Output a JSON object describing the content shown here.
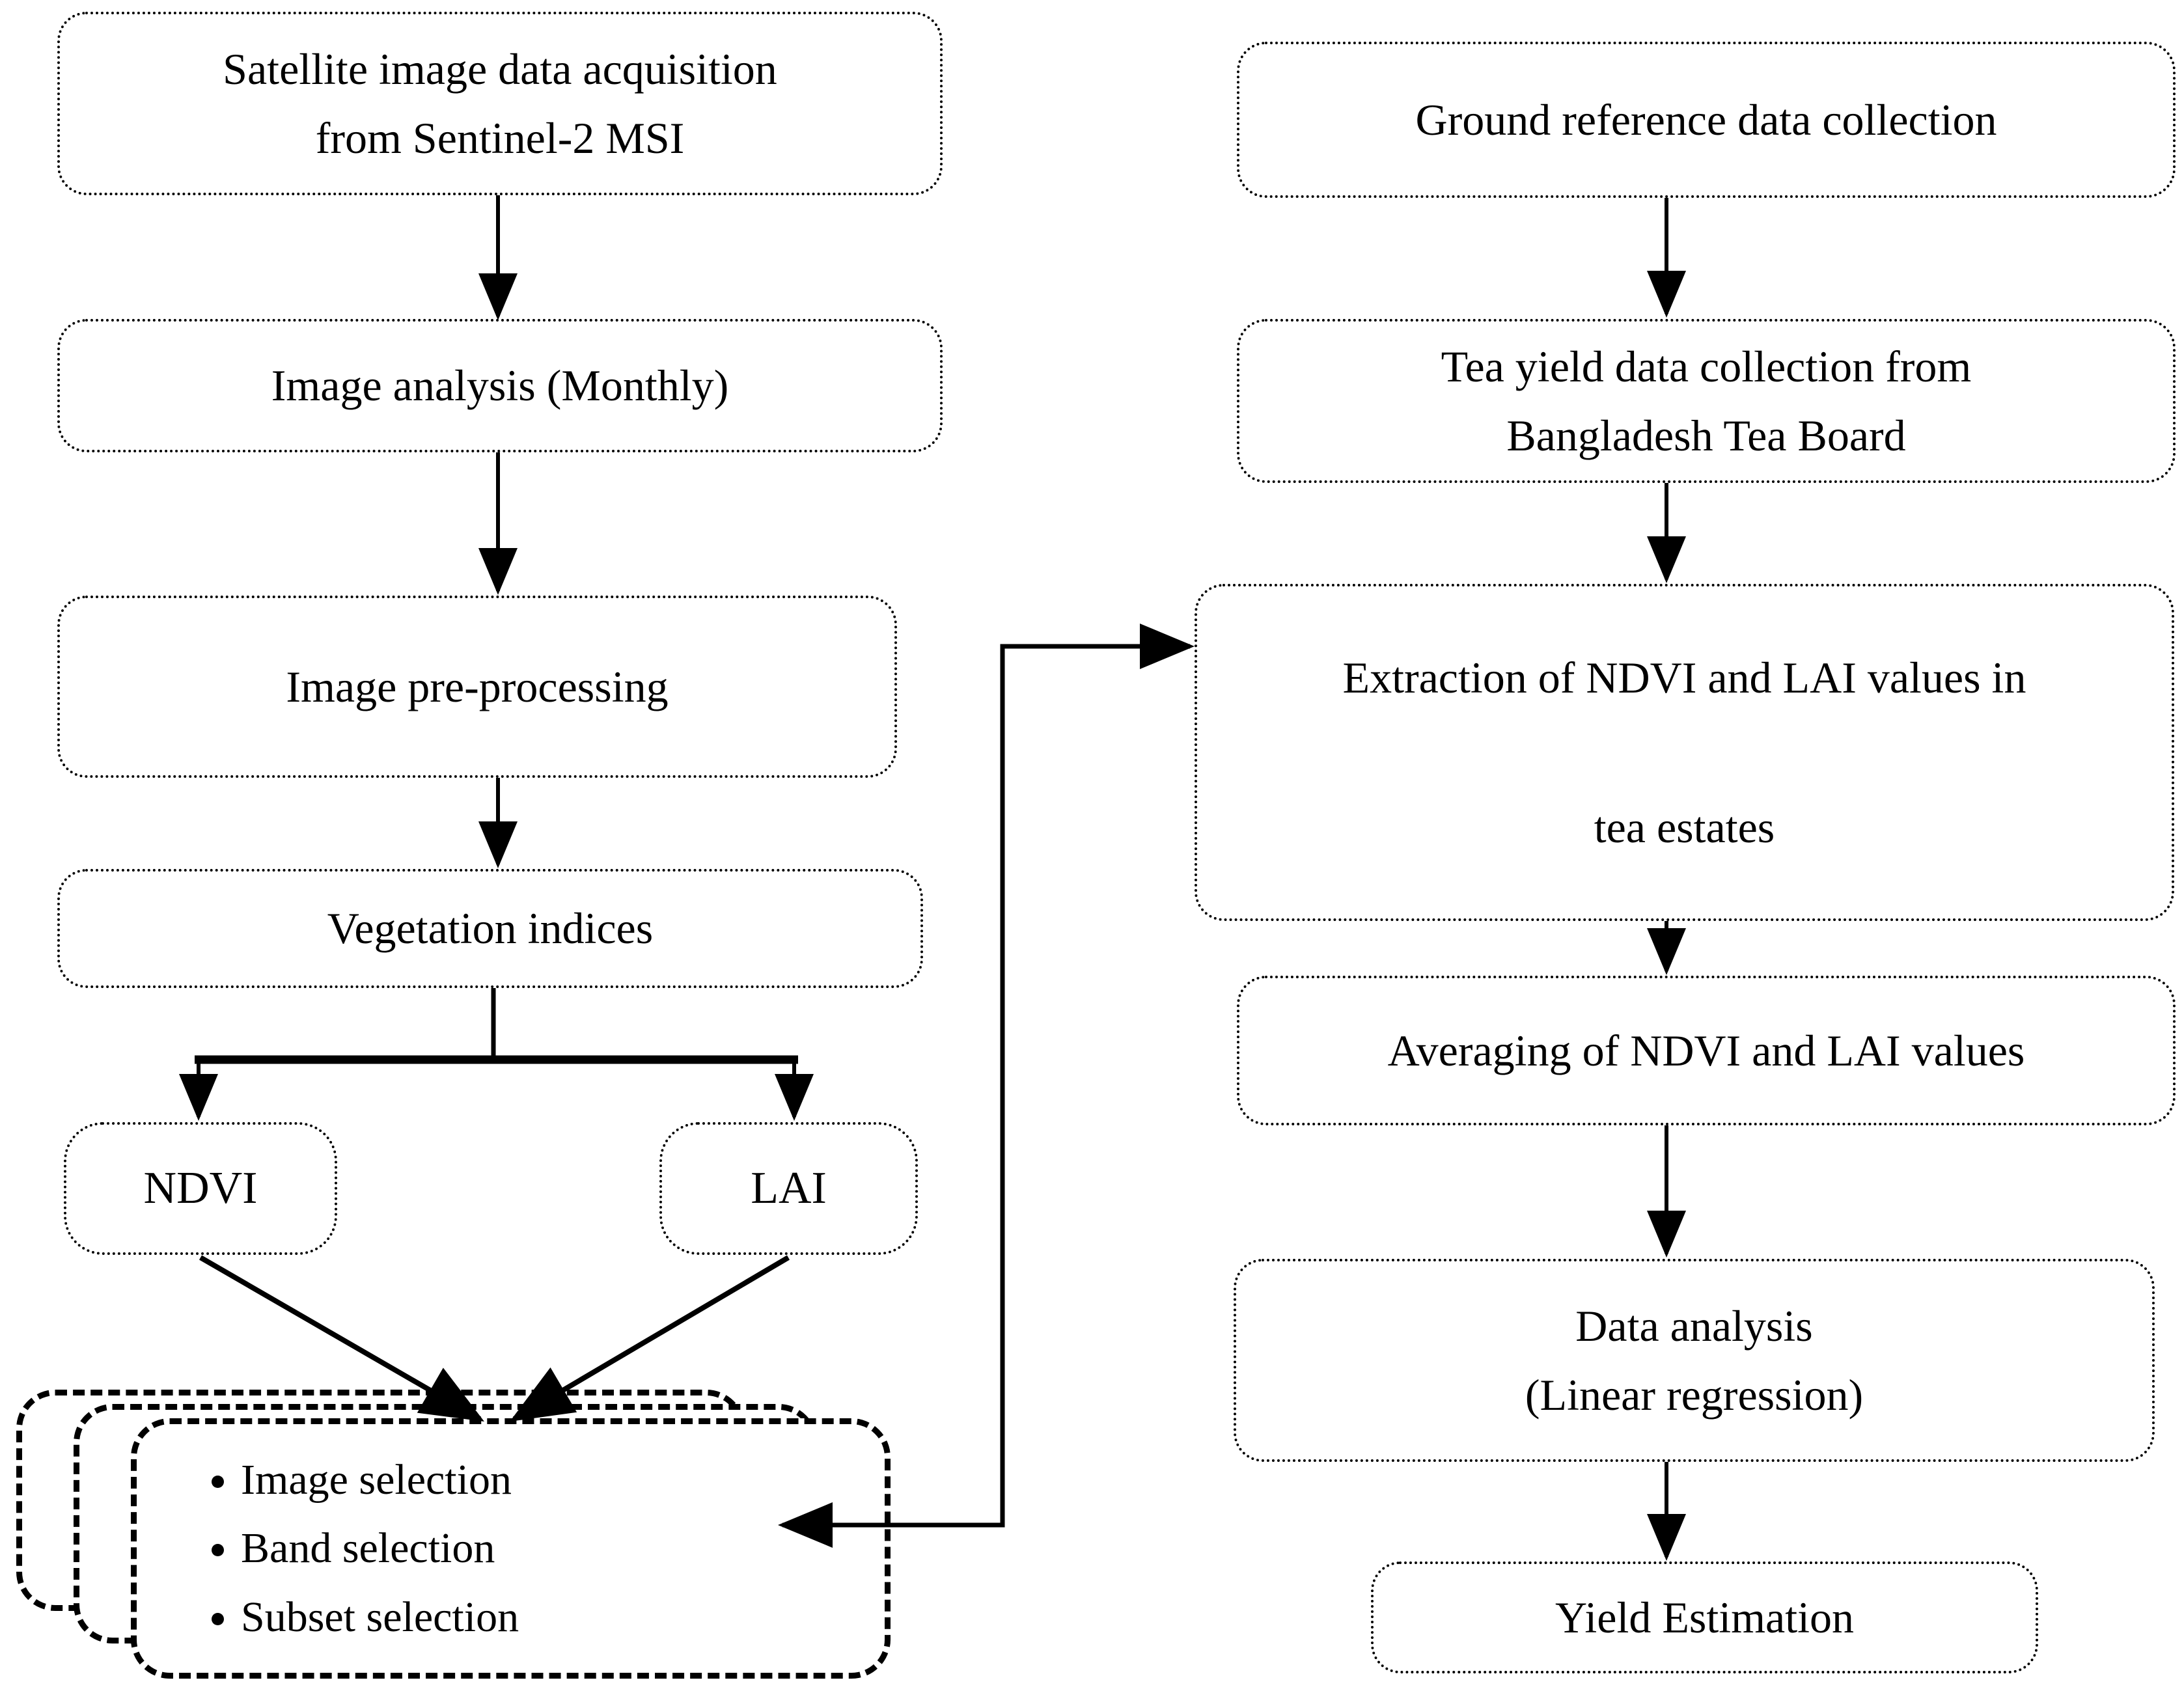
{
  "nodes": {
    "satellite": {
      "line1": "Satellite image data acquisition",
      "line2": "from Sentinel-2 MSI"
    },
    "image_analysis": {
      "label": "Image analysis (Monthly)"
    },
    "preprocessing": {
      "label": "Image pre-processing"
    },
    "vegetation_indices": {
      "label": "Vegetation indices"
    },
    "ndvi": {
      "label": "NDVI"
    },
    "lai": {
      "label": "LAI"
    },
    "selection": {
      "bullets": [
        "Image selection",
        "Band selection",
        "Subset selection"
      ]
    },
    "ground_reference": {
      "label": "Ground reference data collection"
    },
    "tea_yield": {
      "line1": "Tea yield data collection from",
      "line2": "Bangladesh Tea Board"
    },
    "extraction": {
      "line1": "Extraction of NDVI and LAI values in",
      "line2": "tea estates"
    },
    "averaging": {
      "label": "Averaging of NDVI and LAI values"
    },
    "data_analysis": {
      "line1": "Data analysis",
      "line2": "(Linear regression)"
    },
    "yield_estimation": {
      "label": "Yield Estimation"
    }
  },
  "colors": {
    "ink": "#000000",
    "background": "#ffffff"
  }
}
